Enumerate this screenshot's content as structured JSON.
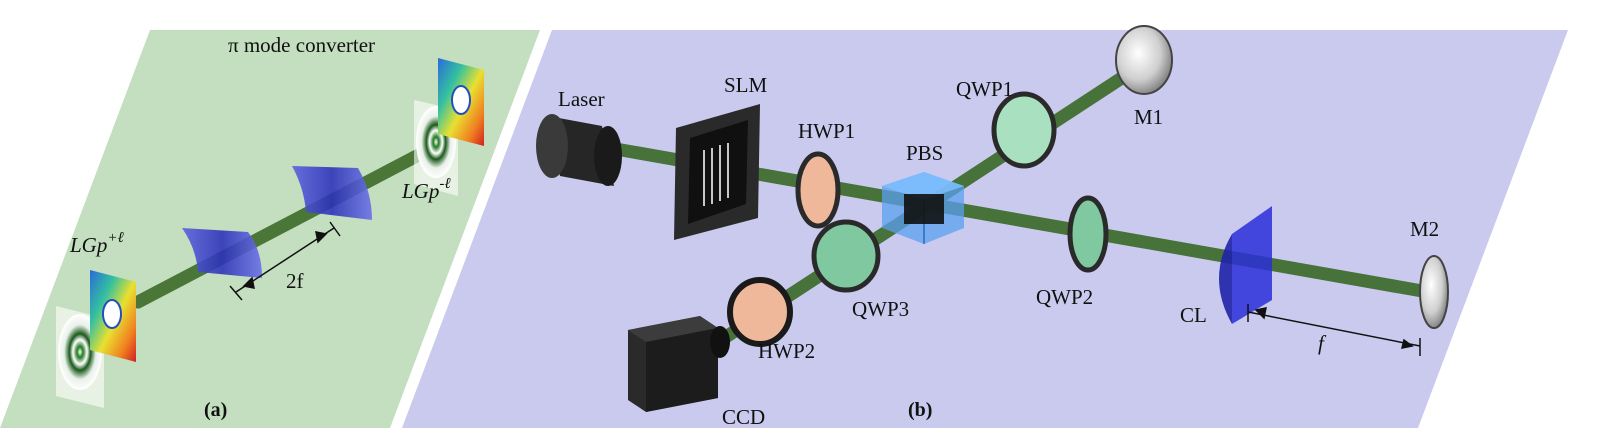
{
  "panel_a": {
    "title": "π mode converter",
    "input_mode": {
      "base": "LGp",
      "sup": "+ℓ"
    },
    "output_mode": {
      "base": "LGp",
      "sup": "-ℓ"
    },
    "distance_label": "2f",
    "caption": "(a)",
    "background_color": "#c3dfbf"
  },
  "panel_b": {
    "labels": {
      "laser": "Laser",
      "slm": "SLM",
      "hwp1": "HWP1",
      "pbs": "PBS",
      "qwp1": "QWP1",
      "m1": "M1",
      "qwp2": "QWP2",
      "qwp3": "QWP3",
      "hwp2": "HWP2",
      "ccd": "CCD",
      "cl": "CL",
      "m2": "M2",
      "focal_label": "f"
    },
    "caption": "(b)",
    "background_color": "#c9caee"
  },
  "colors": {
    "beam": "#3d6b2a",
    "waveplate_green": "#7fc8a0",
    "waveplate_orange": "#f0b89a",
    "lens_blue": "#3a3fd0",
    "mirror": "#d8d8d8",
    "pbs_blue": "#5aa0f0"
  },
  "icons": [
    "laser-icon",
    "slm-icon",
    "waveplate-icon",
    "beam-splitter-icon",
    "mirror-icon",
    "camera-icon",
    "cylindrical-lens-icon",
    "mode-pattern-icon"
  ]
}
